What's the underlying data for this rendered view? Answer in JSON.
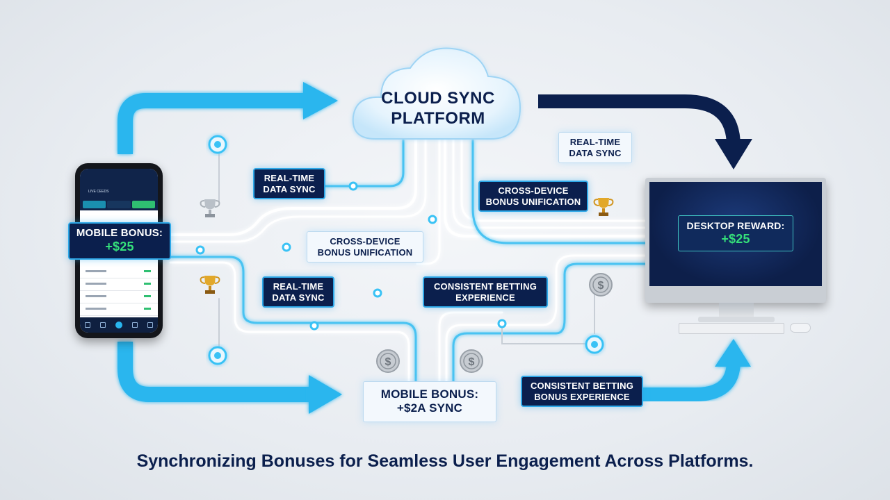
{
  "cloud": {
    "line1": "CLOUD SYNC",
    "line2": "PLATFORM"
  },
  "labels": {
    "rt_sync_left": [
      "REAL-TIME",
      "DATA SYNC"
    ],
    "rt_sync_mid": [
      "REAL-TIME",
      "DATA SYNC"
    ],
    "rt_sync_right": [
      "REAL-TIME",
      "DATA SYNC"
    ],
    "cross_device_center": [
      "CROSS-DEVICE",
      "BONUS UNIFICATION"
    ],
    "cross_device_right": [
      "CROSS-DEVICE",
      "BONUS UNIFICATION"
    ],
    "consistent_center": [
      "CONSISTENT BETTING",
      "EXPERIENCE"
    ],
    "consistent_bottom": [
      "CONSISTENT BETTING",
      "BONUS EXPERIENCE"
    ],
    "mobile_bonus_phone": [
      "MOBILE BONUS:",
      "+$25"
    ],
    "mobile_bonus_bottom": [
      "MOBILE BONUS:",
      "+$2A SYNC"
    ],
    "desktop_reward": [
      "DESKTOP REWARD:",
      "+$25"
    ]
  },
  "phone": {
    "header_text": "LIVE CEEDS",
    "tabs": [
      "",
      "",
      ""
    ]
  },
  "footer": "Synchronizing Bonuses for Seamless User Engagement Across Platforms.",
  "colors": {
    "navy": "#0b1f4d",
    "cyan": "#29b6ee",
    "green": "#35e07a",
    "gold": "#e2a82a"
  },
  "icons": [
    "trophy-icon",
    "dollar-coin-icon",
    "sync-node-icon"
  ]
}
